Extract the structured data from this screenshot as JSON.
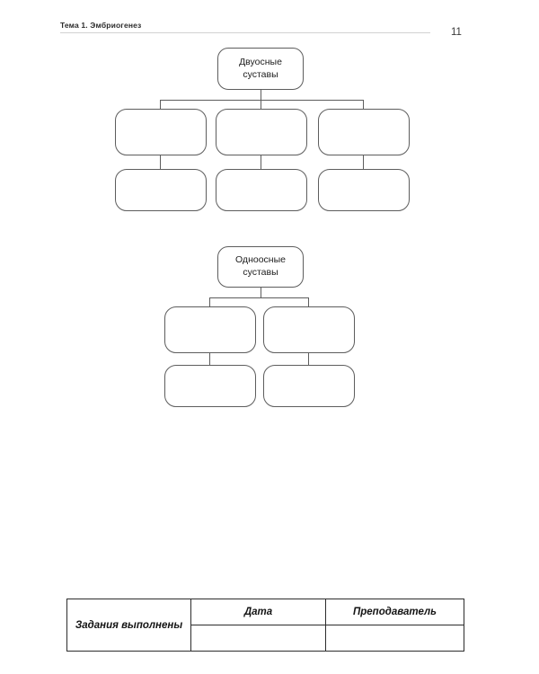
{
  "header": {
    "title": "Тема 1. Эмбриогенез",
    "page_number": "11"
  },
  "diagrams": [
    {
      "id": "biaxial-joints",
      "root_label": "Двуосные\nсуставы",
      "branch_count": 3,
      "rows_per_branch": 2,
      "branches": [
        {
          "row1_label": "",
          "row2_label": ""
        },
        {
          "row1_label": "",
          "row2_label": ""
        },
        {
          "row1_label": "",
          "row2_label": ""
        }
      ]
    },
    {
      "id": "uniaxial-joints",
      "root_label": "Одноосные\nсуставы",
      "branch_count": 2,
      "rows_per_branch": 2,
      "branches": [
        {
          "row1_label": "",
          "row2_label": ""
        },
        {
          "row1_label": "",
          "row2_label": ""
        }
      ]
    }
  ],
  "signoff": {
    "row_label": "Задания выполнены",
    "headers": {
      "date": "Дата",
      "teacher": "Преподаватель"
    },
    "values": {
      "date": "",
      "teacher": ""
    }
  },
  "colors": {
    "node_stroke": "#5d5d5d",
    "table_stroke": "#2c2c2c",
    "header_rule": "#d2d2d2",
    "text": "#1a1a1a",
    "page_background": "#ffffff"
  }
}
